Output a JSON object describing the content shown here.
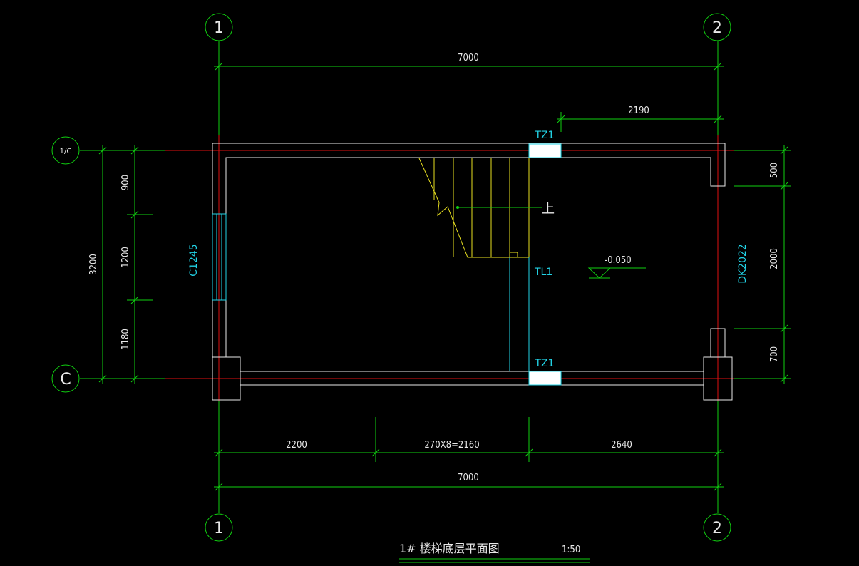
{
  "axes": {
    "top_left": "1",
    "top_right": "2",
    "bottom_left": "1",
    "bottom_right": "2",
    "row_top": "1/C",
    "row_bottom": "C"
  },
  "dimensions": {
    "top_total": "7000",
    "top_partial": "2190",
    "bottom_left": "2200",
    "bottom_mid": "270X8=2160",
    "bottom_right": "2640",
    "bottom_total": "7000",
    "left_total": "3200",
    "left_seg1": "900",
    "left_seg2": "1200",
    "left_seg3": "1180",
    "right_seg1": "500",
    "right_seg2": "2000",
    "right_seg3": "700"
  },
  "labels": {
    "column_top": "TZ1",
    "column_bottom": "TZ1",
    "beam": "TL1",
    "window": "C1245",
    "door": "DK2022",
    "up_mark": "上",
    "elevation": "-0.050"
  },
  "title": {
    "text": "1# 楼梯底层平面图",
    "scale": "1:50"
  }
}
